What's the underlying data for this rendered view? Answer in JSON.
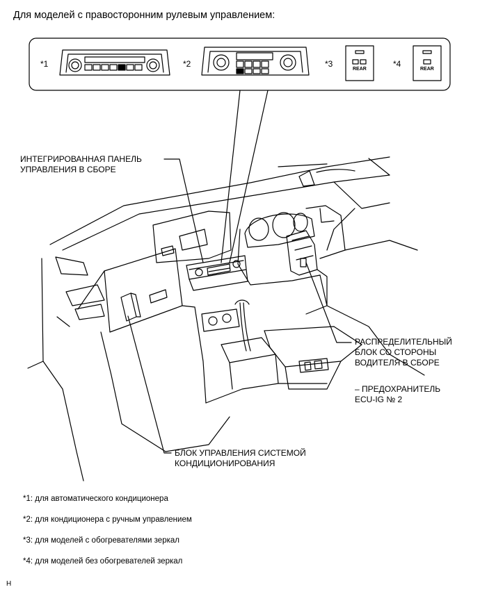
{
  "title": "Для моделей с правосторонним рулевым управлением:",
  "variants": [
    {
      "marker": "*1"
    },
    {
      "marker": "*2"
    },
    {
      "marker": "*3",
      "switch_text": "REAR"
    },
    {
      "marker": "*4",
      "switch_text": "REAR"
    }
  ],
  "callouts": {
    "integrated_panel": {
      "line1": "ИНТЕГРИРОВАННАЯ ПАНЕЛЬ",
      "line2": "УПРАВЛЕНИЯ В СБОРЕ"
    },
    "junction_block": {
      "line1": "РАСПРЕДЕЛИТЕЛЬНЫЙ",
      "line2": "БЛОК СО СТОРОНЫ",
      "line3": "ВОДИТЕЛЯ В СБОРЕ"
    },
    "fuse": {
      "line1": "– ПРЕДОХРАНИТЕЛЬ",
      "line2": "ECU-IG № 2"
    },
    "ac_ecu": {
      "line1": "БЛОК УПРАВЛЕНИЯ СИСТЕМОЙ",
      "line2": "КОНДИЦИОНИРОВАНИЯ"
    }
  },
  "footnotes": [
    "*1: для автоматического кондиционера",
    "*2: для кондиционера с ручным управлением",
    "*3: для моделей с обогревателями зеркал",
    "*4: для моделей без обогревателей зеркал"
  ],
  "corner_mark": "H"
}
